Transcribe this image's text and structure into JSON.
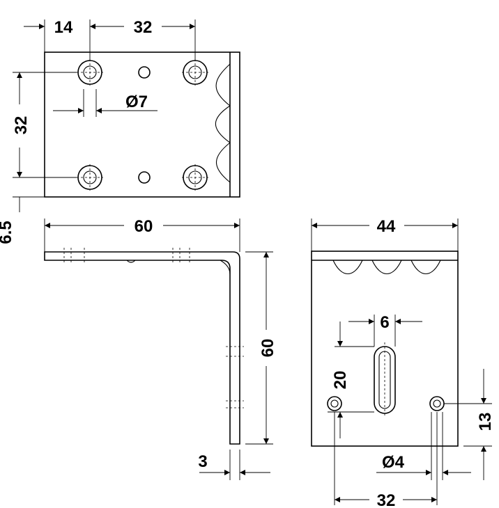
{
  "dimensions": {
    "top_offset": "14",
    "top_hole_spacing": "32",
    "hole_diameter": "Ø7",
    "vertical_hole_spacing": "32",
    "thickness_offset": "6.5",
    "side_width": "60",
    "side_height": "60",
    "material_thickness": "3",
    "front_width": "44",
    "slot_width": "6",
    "slot_offset": "20",
    "small_hole_diameter": "Ø4",
    "small_hole_height": "13",
    "bottom_hole_spacing": "32"
  }
}
